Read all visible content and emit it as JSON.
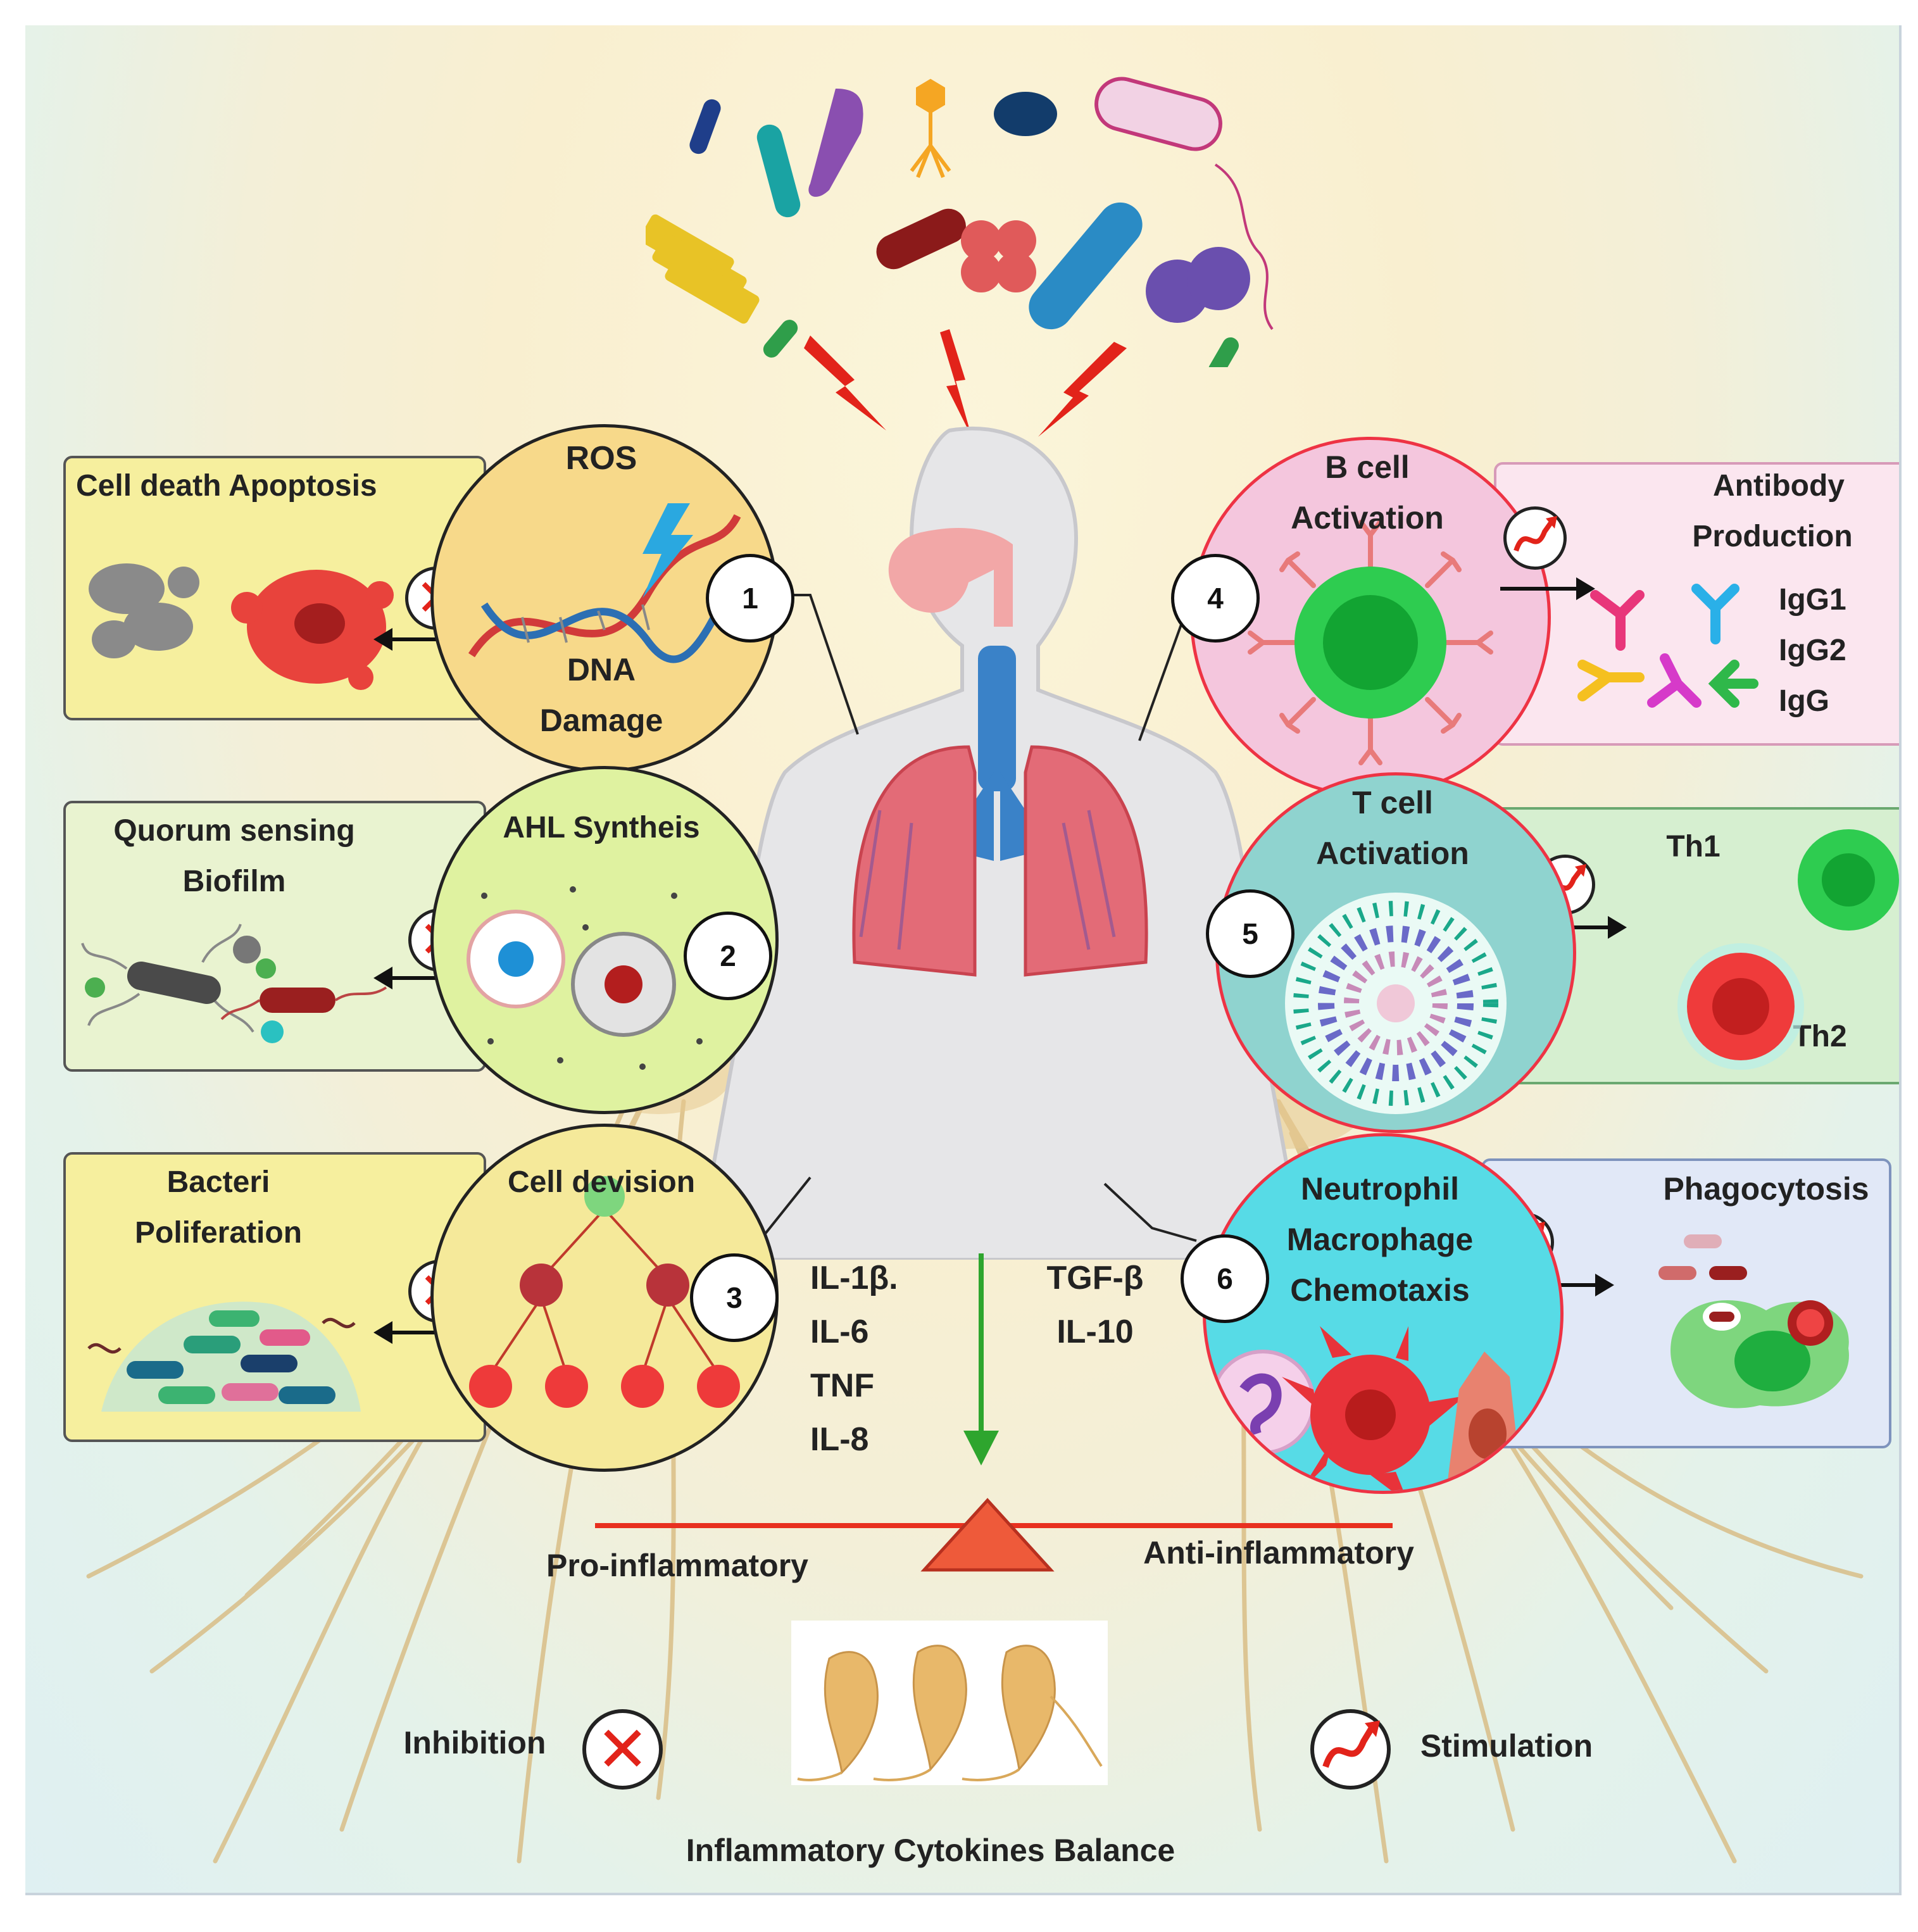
{
  "panel1": {
    "number": "1",
    "circle_top": "ROS",
    "circle_bottom": [
      "DNA",
      "Damage"
    ],
    "box_title": "Cell death Apoptosis"
  },
  "panel2": {
    "number": "2",
    "circle_title": "AHL Syntheis",
    "box_title": [
      "Quorum sensing",
      "Biofilm"
    ]
  },
  "panel3": {
    "number": "3",
    "circle_title": "Cell devision",
    "box_title": [
      "Bacteri",
      "Poliferation"
    ]
  },
  "panel4": {
    "number": "4",
    "circle_title": [
      "B cell",
      "Activation"
    ],
    "box_title": [
      "Antibody",
      "Production"
    ],
    "antibodies": [
      "IgG1",
      "IgG2",
      "IgG"
    ]
  },
  "panel5": {
    "number": "5",
    "circle_title": [
      "T cell",
      "Activation"
    ],
    "th1": "Th1",
    "th2": "Th2"
  },
  "panel6": {
    "number": "6",
    "circle_title": [
      "Neutrophil",
      "Macrophage",
      "Chemotaxis"
    ],
    "box_title": "Phagocytosis"
  },
  "cytokines": {
    "pro": [
      "IL-1β.",
      "IL-6",
      "TNF",
      "IL-8"
    ],
    "anti": [
      "TGF-β",
      "IL-10"
    ]
  },
  "balance": {
    "pro_label": "Pro-inflammatory",
    "anti_label": "Anti-inflammatory",
    "caption": "Inflammatory Cytokines Balance"
  },
  "legend": {
    "inhibition": "Inhibition",
    "stimulation": "Stimulation"
  },
  "colors": {
    "inhibit_red": "#e2231a",
    "balance_red": "#e8301f",
    "arrow_green": "#2ea52e",
    "panel1_circle": "#f7d98a",
    "panel2_circle": "#dff2a0",
    "panel3_circle": "#f5e99a",
    "panel4_circle": "#f4c6dd",
    "panel5_circle": "#8fd3cf",
    "panel6_circle": "#57dbe6"
  },
  "icons": [
    "bacteria-cluster-icon",
    "lightning-icon",
    "human-body-icon",
    "inhibition-x-icon",
    "stimulation-arrow-icon",
    "ginseng-root-icon"
  ]
}
